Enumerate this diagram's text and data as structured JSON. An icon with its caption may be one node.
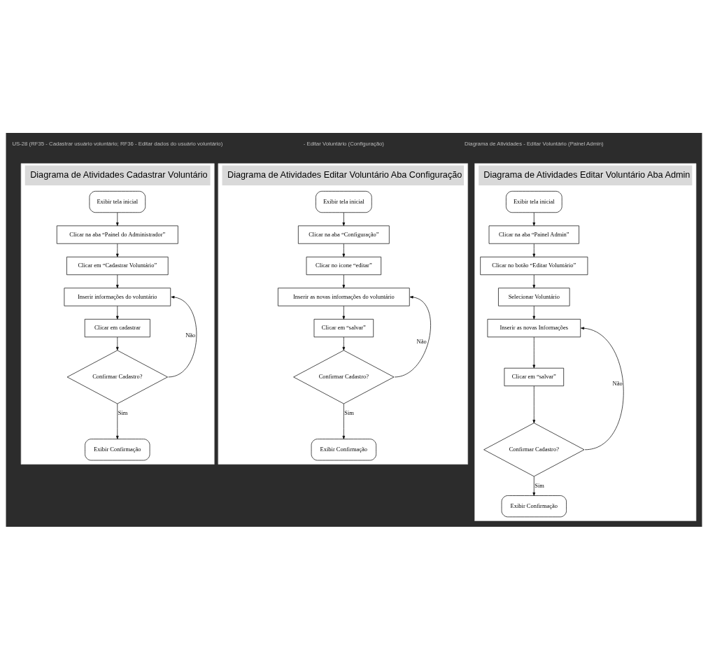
{
  "diagram": {
    "nodes": [
      {
        "text": [
          "Diagrama de Atividades Cadastrar Voluntário"
        ]
      },
      {
        "text": [
          "Exibir tela inicial"
        ],
        "in": 0
      },
      {
        "text": [
          "Clicar na aba “Painel do Administrador”"
        ],
        "in": 0
      },
      {
        "text": [
          "Clicar em “Cadastrar Voluntário”"
        ],
        "in": 0
      },
      {
        "text": [
          "Inserir informações do voluntário"
        ],
        "in": 0
      },
      {
        "text": [
          "Clicar em cadastrar"
        ],
        "in": 0
      },
      {
        "text": [
          "Confirmar Cadastro?"
        ],
        "in": 0
      },
      {
        "text": [
          "Exibir Confirmação"
        ],
        "in": 0
      },
      {
        "text": [
          "Diagrama de Atividades Editar Voluntário Aba Configuração"
        ]
      },
      {
        "text": [
          "Exibir tela inicial"
        ],
        "in": 8
      },
      {
        "text": [
          "Clicar na aba “Configuração”"
        ],
        "in": 8
      },
      {
        "text": [
          "Clicar no icone “editar”"
        ],
        "in": 8
      },
      {
        "text": [
          "Inserir as novas informações do voluntário"
        ],
        "in": 8
      },
      {
        "text": [
          "Clicar em “salvar”"
        ],
        "in": 8
      },
      {
        "text": [
          "Confirmar Cadastro?"
        ],
        "in": 8
      },
      {
        "text": [
          "Exibir Confirmação"
        ],
        "in": 8
      },
      {
        "text": [
          "Diagrama de Atividades Editar Voluntário Aba Admin"
        ]
      },
      {
        "text": [
          "Exibir tela inicial"
        ],
        "in": 16
      },
      {
        "text": [
          "Clicar na aba “Painel Admin”"
        ],
        "in": 16
      },
      {
        "text": [
          "Clicar no botão “Editar Voluntário”"
        ],
        "in": 16
      },
      {
        "text": [
          "Selecionar Voluntário"
        ],
        "in": 16
      },
      {
        "text": [
          "Inserir as novas Informações"
        ],
        "in": 16
      },
      {
        "text": [
          "Clicar em “salvar”"
        ],
        "in": 16
      },
      {
        "text": [
          "Confirmar Cadastro?"
        ],
        "in": 16
      },
      {
        "text": [
          "Exibir Confirmação"
        ],
        "in": 16
      }
    ],
    "edges": [
      {
        "from": 1,
        "to": 2,
        "arrow": "to"
      },
      {
        "from": 2,
        "to": 3,
        "arrow": "to"
      },
      {
        "from": 3,
        "to": 4,
        "arrow": "to"
      },
      {
        "from": 4,
        "to": 5,
        "arrow": "to"
      },
      {
        "from": 5,
        "to": 6,
        "arrow": "to"
      },
      {
        "from": 6,
        "to": 7,
        "arrow": "to",
        "label": "Sim"
      },
      {
        "from": 6,
        "to": 4,
        "arrow": "to",
        "label": "Não"
      },
      {
        "from": 9,
        "to": 10,
        "arrow": "to"
      },
      {
        "from": 10,
        "to": 11,
        "arrow": "to"
      },
      {
        "from": 11,
        "to": 12,
        "arrow": "to"
      },
      {
        "from": 12,
        "to": 13,
        "arrow": "to"
      },
      {
        "from": 13,
        "to": 14,
        "arrow": "to"
      },
      {
        "from": 14,
        "to": 15,
        "arrow": "to",
        "label": "Sim"
      },
      {
        "from": 14,
        "to": 12,
        "arrow": "to",
        "label": "Não"
      },
      {
        "from": 17,
        "to": 18,
        "arrow": "to"
      },
      {
        "from": 18,
        "to": 19,
        "arrow": "to"
      },
      {
        "from": 19,
        "to": 20,
        "arrow": "to"
      },
      {
        "from": 20,
        "to": 21,
        "arrow": "to"
      },
      {
        "from": 21,
        "to": 22,
        "arrow": "to"
      },
      {
        "from": 22,
        "to": 23,
        "arrow": "to"
      },
      {
        "from": 23,
        "to": 24,
        "arrow": "to",
        "label": "Sim"
      },
      {
        "from": 23,
        "to": 21,
        "arrow": "to",
        "label": "Não"
      }
    ],
    "labels": [
      "US-28 (RF35 - Cadastrar usuário voluntário; RF36 - Editar dados do usuário voluntário)",
      "- Editar Voluntário (Configuração)",
      "Diagrama de Atividades - Editar Voluntário (Painel Admin)"
    ]
  }
}
